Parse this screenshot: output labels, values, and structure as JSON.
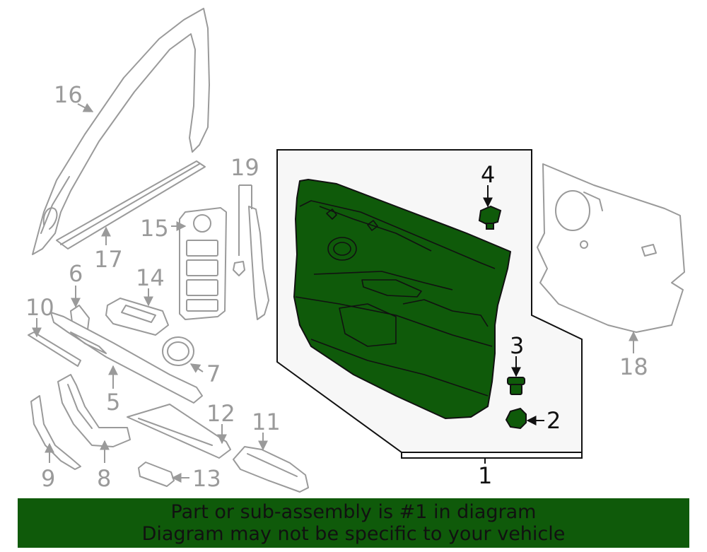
{
  "callouts": {
    "c1": "1",
    "c2": "2",
    "c3": "3",
    "c4": "4",
    "c5": "5",
    "c6": "6",
    "c7": "7",
    "c8": "8",
    "c9": "9",
    "c10": "10",
    "c11": "11",
    "c12": "12",
    "c13": "13",
    "c14": "14",
    "c15": "15",
    "c16": "16",
    "c17": "17",
    "c18": "18",
    "c19": "19"
  },
  "banner": {
    "line1": "Part or sub-assembly is #1 in diagram",
    "line2": "Diagram may not be specific to your vehicle"
  },
  "colors": {
    "highlight": "#0f5a0a",
    "ghost_outline": "#9a9a9a",
    "box_background": "#f7f7f7"
  }
}
